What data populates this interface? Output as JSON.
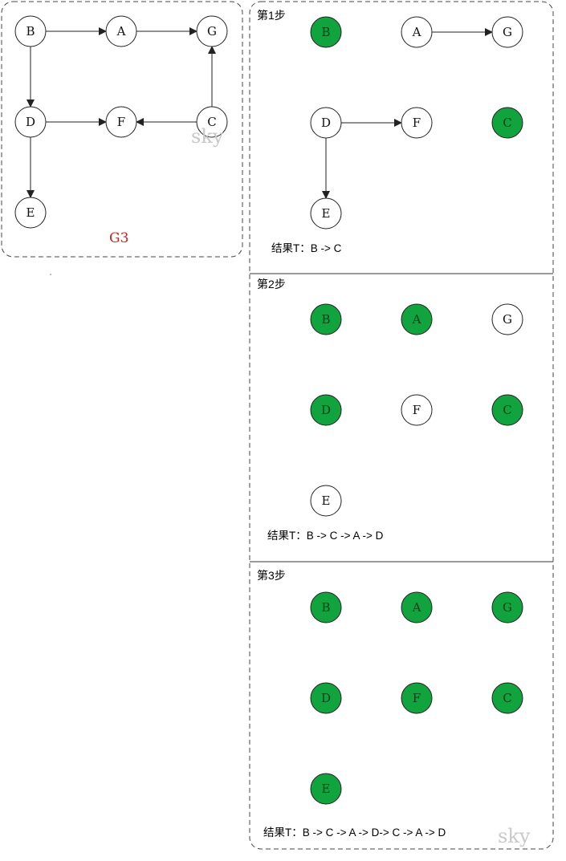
{
  "graph": {
    "title": "G3",
    "watermark": "sky",
    "nodes": [
      {
        "id": "B"
      },
      {
        "id": "A"
      },
      {
        "id": "G"
      },
      {
        "id": "D"
      },
      {
        "id": "F"
      },
      {
        "id": "C"
      },
      {
        "id": "E"
      }
    ],
    "edges": [
      {
        "from": "B",
        "to": "A"
      },
      {
        "from": "A",
        "to": "G"
      },
      {
        "from": "B",
        "to": "D"
      },
      {
        "from": "D",
        "to": "F"
      },
      {
        "from": "C",
        "to": "F"
      },
      {
        "from": "C",
        "to": "G"
      },
      {
        "from": "D",
        "to": "E"
      }
    ]
  },
  "steps": [
    {
      "title": "第1步",
      "result": "结果T：B -> C",
      "removed": [
        "B",
        "C"
      ],
      "remaining_edges": [
        {
          "from": "A",
          "to": "G"
        },
        {
          "from": "D",
          "to": "F"
        },
        {
          "from": "D",
          "to": "E"
        }
      ]
    },
    {
      "title": "第2步",
      "result": "结果T：B -> C -> A -> D",
      "removed": [
        "B",
        "C",
        "A",
        "D"
      ],
      "remaining_edges": []
    },
    {
      "title": "第3步",
      "result": "结果T：B -> C -> A -> D-> C -> A -> D",
      "removed": [
        "B",
        "C",
        "A",
        "D",
        "G",
        "F",
        "E"
      ],
      "remaining_edges": []
    }
  ],
  "watermark_bottom": "sky",
  "colors": {
    "removed_fill": "#10a33e",
    "node_fill": "#ffffff",
    "stroke": "#222222",
    "title_red": "#cc2222",
    "watermark": "#c8c8c8"
  }
}
